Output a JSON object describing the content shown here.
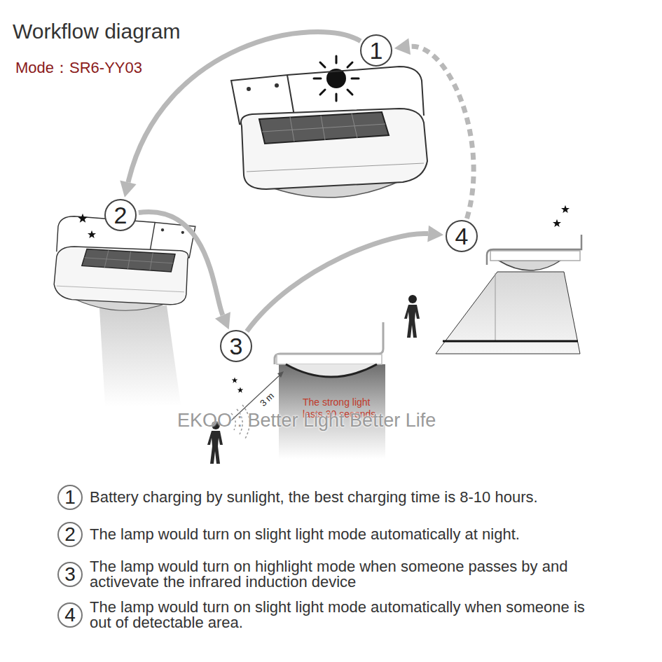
{
  "diagram": {
    "title": "Workflow diagram",
    "nodes": [
      {
        "text": [
          "1"
        ]
      },
      {
        "text": [
          "2"
        ]
      },
      {
        "text": [
          "3"
        ]
      },
      {
        "text": [
          "4"
        ]
      },
      {
        "text": [
          "1",
          "Battery charging by sunlight, the best charging time is 8-10 hours."
        ]
      },
      {
        "text": [
          "2",
          "The lamp would turn on slight light mode automatically at night."
        ]
      },
      {
        "text": [
          "3",
          "The lamp would turn on highlight mode when someone passes by and activevate the infrared induction device"
        ]
      },
      {
        "text": [
          "4",
          "The lamp would turn on slight light mode automatically when someone is out of detectable area."
        ]
      }
    ],
    "edges": [
      {
        "from": 0,
        "to": 1,
        "arrow": "to"
      },
      {
        "from": 1,
        "to": 2,
        "arrow": "to"
      },
      {
        "from": 2,
        "to": 3,
        "arrow": "to"
      },
      {
        "from": 3,
        "to": 0,
        "arrow": "to"
      }
    ],
    "labels": [
      "Mode：SR6-YY03",
      "3 m",
      "The strong light lasts 30 seconds",
      "EKOO : Better Light Better Life"
    ]
  }
}
